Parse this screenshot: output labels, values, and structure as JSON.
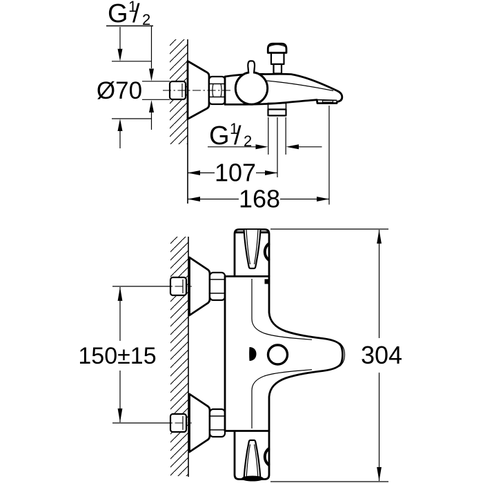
{
  "drawing": {
    "type": "technical-dimension-drawing",
    "subject": "wall-mounted thermostatic bath mixer, side view and front view",
    "colors": {
      "line": "#000000",
      "background": "#ffffff"
    },
    "side_view": {
      "inlet_thread": {
        "g": "G",
        "num": "1",
        "slash": "/",
        "den": "2"
      },
      "outlet_thread": {
        "g": "G",
        "num": "1",
        "slash": "/",
        "den": "2"
      },
      "escutcheon_diameter": "Ø70",
      "wall_to_hose_outlet": "107",
      "projection": "168"
    },
    "front_view": {
      "connection_spacing": "150±15",
      "overall_height": "304"
    }
  }
}
